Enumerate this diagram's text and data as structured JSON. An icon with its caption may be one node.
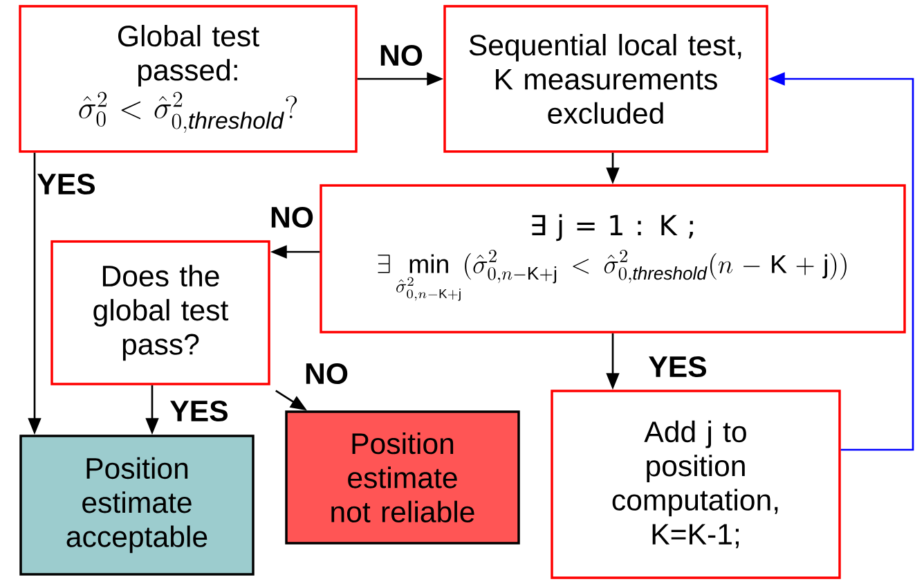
{
  "diagram": {
    "nodes": [
      {
        "text": [
          "Global test passed:",
          "\\hat{\\sigma}_0^2 < \\hat{\\sigma}_{0,\\mathit{threshold}}^2 ?"
        ]
      },
      {
        "text": [
          "Sequential local test, K measurements excluded"
        ]
      },
      {
        "text": [
          "∃ j = 1 : K ;",
          "\\exists \\min\\limits_{\\hat{\\sigma}^2_{0,n-\\mathrm{K}+\\mathrm{j}}} (\\hat{\\sigma}^2_{0,n-\\mathrm{K}+\\mathrm{j}} < \\hat{\\sigma}^2_{0,\\mathit{threshold}}(n-\\mathrm{K}+\\mathrm{j}))"
        ]
      },
      {
        "text": [
          "Does the global test pass?"
        ]
      },
      {
        "text": [
          "Position estimate acceptable"
        ]
      },
      {
        "text": [
          "Position estimate not reliable"
        ]
      },
      {
        "text": [
          "Add j to position computation, K=K-1;"
        ]
      }
    ],
    "edges": [
      {
        "from": 0,
        "to": 1,
        "arrow": "to",
        "label": "NO"
      },
      {
        "from": 0,
        "to": 4,
        "arrow": "to",
        "label": "YES"
      },
      {
        "from": 1,
        "to": 2,
        "arrow": "to"
      },
      {
        "from": 2,
        "to": 3,
        "arrow": "to",
        "label": "NO"
      },
      {
        "from": 2,
        "to": 6,
        "arrow": "to",
        "label": "YES"
      },
      {
        "from": 3,
        "to": 4,
        "arrow": "to",
        "label": "YES"
      },
      {
        "from": 3,
        "to": 5,
        "arrow": "to",
        "label": "NO"
      },
      {
        "from": 6,
        "to": 1,
        "arrow": "to",
        "color": "#0000ff"
      }
    ]
  }
}
